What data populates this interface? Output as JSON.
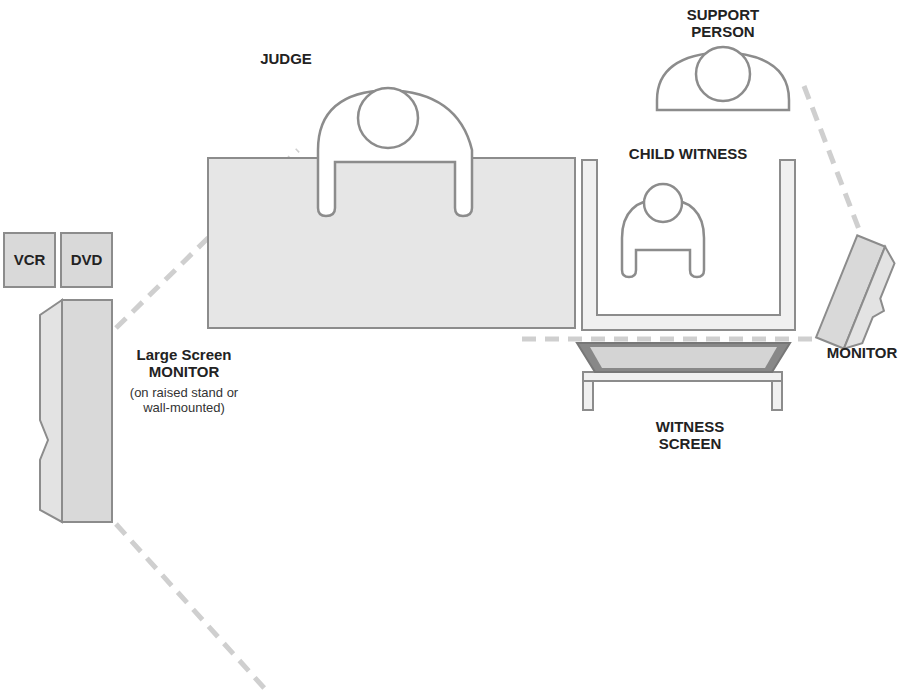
{
  "diagram": {
    "nodes": [
      {
        "text": [
          "VCR"
        ]
      },
      {
        "text": [
          "DVD"
        ]
      }
    ],
    "labels": [
      "SUPPORT PERSON",
      "JUDGE",
      "CHILD WITNESS",
      "Large Screen MONITOR",
      "(on raised stand or wall-mounted)",
      "MONITOR",
      "WITNESS SCREEN"
    ]
  }
}
